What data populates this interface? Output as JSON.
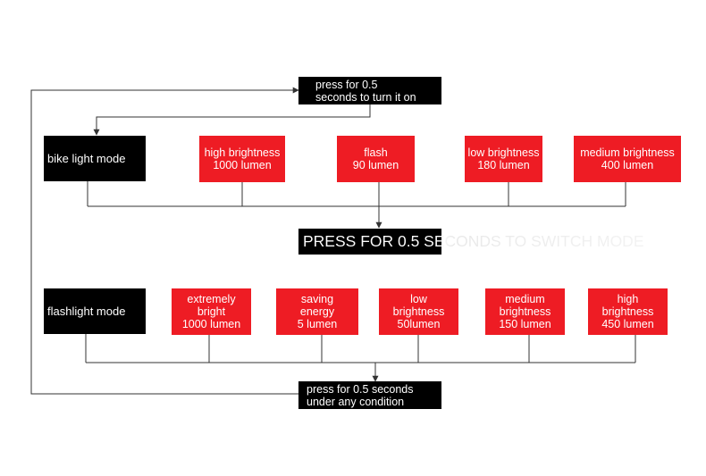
{
  "top_press_note": "press for 0.5\nseconds to turn it on",
  "bike": {
    "mode_label": "bike light mode",
    "modes": [
      {
        "label": "high brightness\n1000 lumen"
      },
      {
        "label": "flash\n90 lumen"
      },
      {
        "label": "low brightness\n180 lumen"
      },
      {
        "label": "medium brightness\n400 lumen"
      }
    ]
  },
  "middle_press_banner": "PRESS FOR 0.5 SECONDS TO SWITCH MODE",
  "flashlight": {
    "mode_label": "flashlight mode",
    "modes": [
      {
        "label": "extremely\nbright\n1000 lumen"
      },
      {
        "label": "saving\nenergy\n5 lumen"
      },
      {
        "label": "low\nbrightness\n50lumen"
      },
      {
        "label": "medium\nbrightness\n150 lumen"
      },
      {
        "label": "high\nbrightness\n450 lumen"
      }
    ]
  },
  "bottom_press_note": "press for 0.5 seconds\nunder any condition",
  "colors": {
    "mode_box": "#ee1c24",
    "label_box": "#000000",
    "connector": "#333333"
  }
}
